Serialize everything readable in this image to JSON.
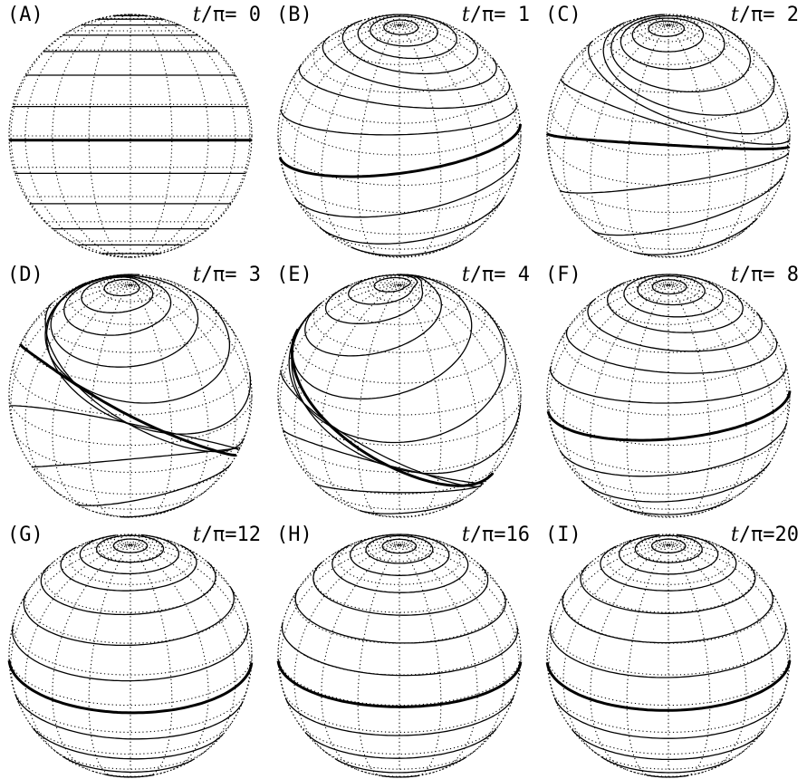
{
  "figure": {
    "panels": [
      {
        "id": "A",
        "label": "(A)",
        "time_var": "t",
        "time_text": "/π= 0",
        "t_over_pi": 0
      },
      {
        "id": "B",
        "label": "(B)",
        "time_var": "t",
        "time_text": "/π= 1",
        "t_over_pi": 1
      },
      {
        "id": "C",
        "label": "(C)",
        "time_var": "t",
        "time_text": "/π= 2",
        "t_over_pi": 2
      },
      {
        "id": "D",
        "label": "(D)",
        "time_var": "t",
        "time_text": "/π= 3",
        "t_over_pi": 3
      },
      {
        "id": "E",
        "label": "(E)",
        "time_var": "t",
        "time_text": "/π= 4",
        "t_over_pi": 4
      },
      {
        "id": "F",
        "label": "(F)",
        "time_var": "t",
        "time_text": "/π= 8",
        "t_over_pi": 8
      },
      {
        "id": "G",
        "label": "(G)",
        "time_var": "t",
        "time_text": "/π=12",
        "t_over_pi": 12
      },
      {
        "id": "H",
        "label": "(H)",
        "time_var": "t",
        "time_text": "/π=16",
        "t_over_pi": 16
      },
      {
        "id": "I",
        "label": "(I)",
        "time_var": "t",
        "time_text": "/π=20",
        "t_over_pi": 20
      }
    ],
    "colors": {
      "line": "#000000",
      "grid": "#000000",
      "background": "#ffffff"
    }
  }
}
